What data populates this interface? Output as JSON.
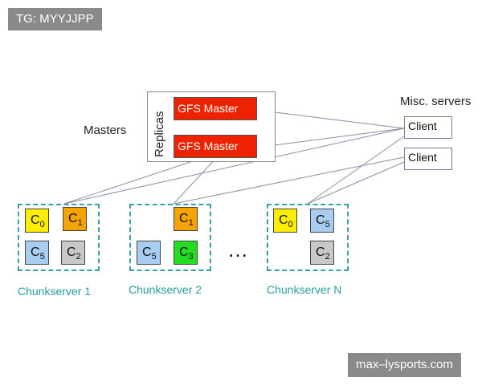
{
  "top_tag": "TG: MYYJJPP",
  "watermark": "max–lysports.com",
  "labels": {
    "masters": "Masters",
    "replicas": "Replicas",
    "misc_servers": "Misc. servers",
    "ellipsis": "…"
  },
  "masters": [
    {
      "label": "GFS Master"
    },
    {
      "label": "GFS Master"
    }
  ],
  "clients": [
    {
      "label": "Client"
    },
    {
      "label": "Client"
    }
  ],
  "chunkservers": [
    {
      "name": "Chunkserver 1",
      "chunks": [
        {
          "letter": "C",
          "sub": "0",
          "color": "#ffee00"
        },
        {
          "letter": "C",
          "sub": "1",
          "color": "#f5a300"
        },
        {
          "letter": "C",
          "sub": "5",
          "color": "#a9cdf0"
        },
        {
          "letter": "C",
          "sub": "2",
          "color": "#c8c8c8"
        }
      ]
    },
    {
      "name": "Chunkserver 2",
      "chunks": [
        {
          "letter": "C",
          "sub": "1",
          "color": "#f5a300"
        },
        {
          "letter": "C",
          "sub": "5",
          "color": "#a9cdf0"
        },
        {
          "letter": "C",
          "sub": "3",
          "color": "#22dd22"
        }
      ]
    },
    {
      "name": "Chunkserver N",
      "chunks": [
        {
          "letter": "C",
          "sub": "0",
          "color": "#ffee00"
        },
        {
          "letter": "C",
          "sub": "5",
          "color": "#a9cdf0"
        },
        {
          "letter": "C",
          "sub": "2",
          "color": "#c8c8c8"
        }
      ]
    }
  ],
  "colors": {
    "master_fill": "#ee2200",
    "chunkserver_border": "#3aa2a2",
    "connector": "#8c8ca8"
  }
}
